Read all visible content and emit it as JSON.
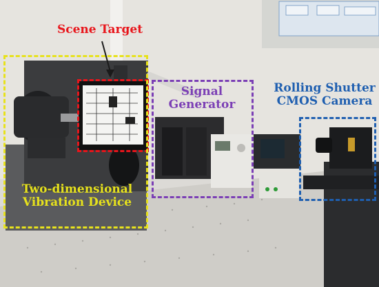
{
  "labels": {
    "scene_target": "Scene Target",
    "signal_generator_1": "Signal",
    "signal_generator_2": "Generator",
    "camera_1": "Rolling Shutter",
    "camera_2": "CMOS Camera",
    "vibration_1": "Two-dimensional",
    "vibration_2": "Vibration Device"
  },
  "colors": {
    "scene_target": "#e8151b",
    "signal_generator": "#7b3fb5",
    "camera": "#1f5fb0",
    "vibration": "#e7e21c"
  }
}
